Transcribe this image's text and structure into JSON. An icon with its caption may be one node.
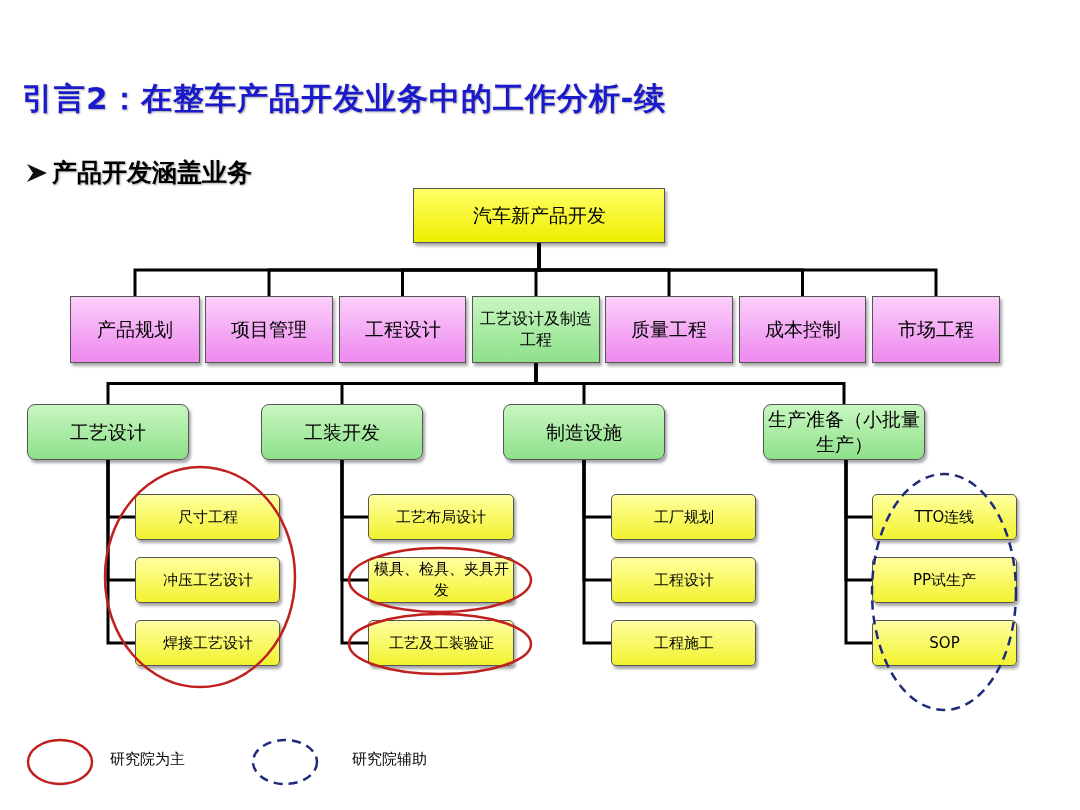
{
  "diagram": {
    "title": "引言2：在整车产品开发业务中的工作分析-续",
    "nodes": [
      {
        "text": [
          "汽车新产品开发"
        ]
      },
      {
        "text": [
          "产品规划"
        ]
      },
      {
        "text": [
          "项目管理"
        ]
      },
      {
        "text": [
          "工程设计"
        ]
      },
      {
        "text": [
          "工艺设计及制造工程"
        ]
      },
      {
        "text": [
          "质量工程"
        ]
      },
      {
        "text": [
          "成本控制"
        ]
      },
      {
        "text": [
          "市场工程"
        ]
      },
      {
        "text": [
          "工艺设计"
        ]
      },
      {
        "text": [
          "工装开发"
        ]
      },
      {
        "text": [
          "制造设施"
        ]
      },
      {
        "text": [
          "生产准备（小批量生产）"
        ]
      },
      {
        "text": [
          "尺寸工程"
        ]
      },
      {
        "text": [
          "冲压工艺设计"
        ]
      },
      {
        "text": [
          "焊接工艺设计"
        ]
      },
      {
        "text": [
          "工艺布局设计"
        ]
      },
      {
        "text": [
          "模具、检具、夹具开发"
        ]
      },
      {
        "text": [
          "工艺及工装验证"
        ]
      },
      {
        "text": [
          "工厂规划"
        ]
      },
      {
        "text": [
          "工程设计"
        ]
      },
      {
        "text": [
          "工程施工"
        ]
      },
      {
        "text": [
          "TTO连线"
        ]
      },
      {
        "text": [
          "PP试生产"
        ]
      },
      {
        "text": [
          "SOP"
        ]
      }
    ],
    "edges": [
      {
        "from": 0,
        "to": 1,
        "arrow": "none"
      },
      {
        "from": 0,
        "to": 2,
        "arrow": "none"
      },
      {
        "from": 0,
        "to": 3,
        "arrow": "none"
      },
      {
        "from": 0,
        "to": 4,
        "arrow": "none"
      },
      {
        "from": 0,
        "to": 5,
        "arrow": "none"
      },
      {
        "from": 0,
        "to": 6,
        "arrow": "none"
      },
      {
        "from": 0,
        "to": 7,
        "arrow": "none"
      },
      {
        "from": 4,
        "to": 8,
        "arrow": "none"
      },
      {
        "from": 4,
        "to": 9,
        "arrow": "none"
      },
      {
        "from": 4,
        "to": 10,
        "arrow": "none"
      },
      {
        "from": 4,
        "to": 11,
        "arrow": "none"
      },
      {
        "from": 8,
        "to": 12,
        "arrow": "none"
      },
      {
        "from": 8,
        "to": 13,
        "arrow": "none"
      },
      {
        "from": 8,
        "to": 14,
        "arrow": "none"
      },
      {
        "from": 9,
        "to": 15,
        "arrow": "none"
      },
      {
        "from": 9,
        "to": 16,
        "arrow": "none"
      },
      {
        "from": 9,
        "to": 17,
        "arrow": "none"
      },
      {
        "from": 10,
        "to": 18,
        "arrow": "none"
      },
      {
        "from": 10,
        "to": 19,
        "arrow": "none"
      },
      {
        "from": 10,
        "to": 20,
        "arrow": "none"
      },
      {
        "from": 11,
        "to": 21,
        "arrow": "none"
      },
      {
        "from": 11,
        "to": 22,
        "arrow": "none"
      },
      {
        "from": 11,
        "to": 23,
        "arrow": "none"
      }
    ],
    "labels": [
      "产品开发涵盖业务"
    ],
    "legend": [
      {
        "text": "研究院为主"
      },
      {
        "text": "研究院辅助"
      }
    ]
  }
}
